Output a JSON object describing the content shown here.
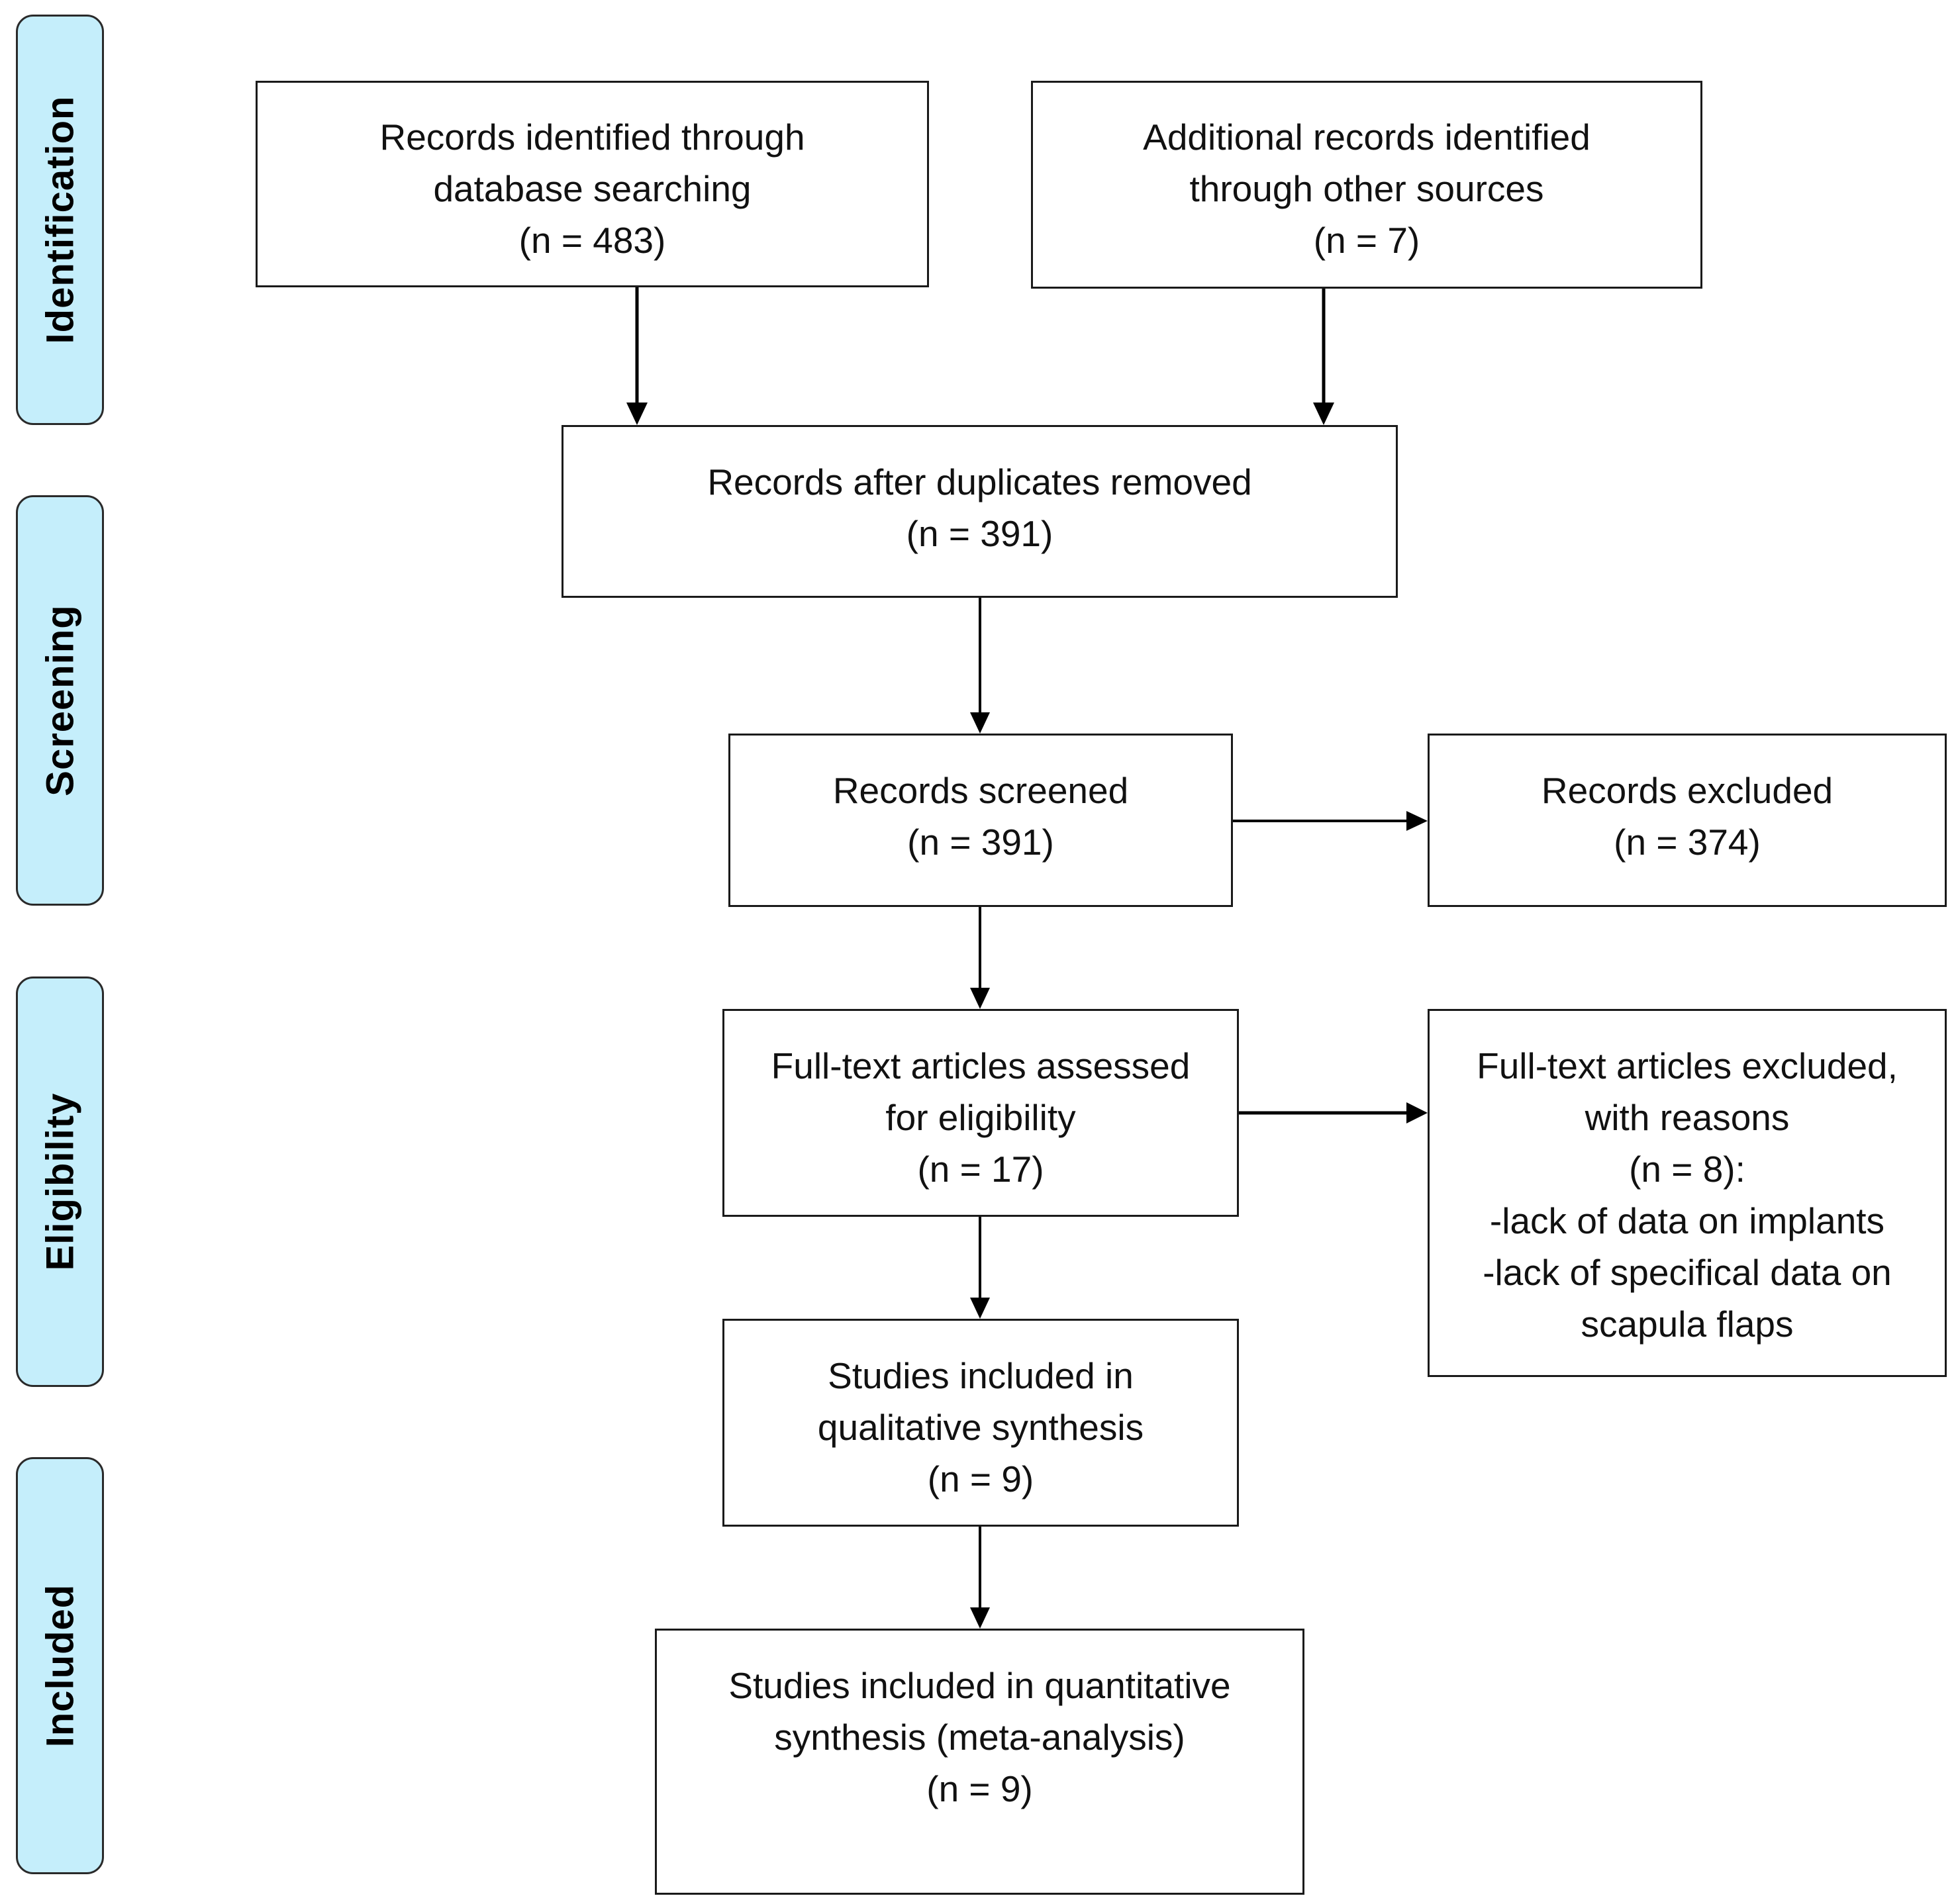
{
  "phases": {
    "identification": "Identification",
    "screening": "Screening",
    "eligibility": "Eligibility",
    "included": "Included"
  },
  "boxes": {
    "database_records": {
      "lines": [
        "Records identified through",
        "database searching",
        "(n = 483)"
      ],
      "count": 483
    },
    "other_records": {
      "lines": [
        "Additional records identified",
        "through other sources",
        "(n = 7)"
      ],
      "count": 7
    },
    "after_duplicates": {
      "lines": [
        "Records after duplicates removed",
        "(n = 391)"
      ],
      "count": 391
    },
    "screened": {
      "lines": [
        "Records screened",
        "(n = 391)"
      ],
      "count": 391
    },
    "excluded": {
      "lines": [
        "Records excluded",
        "(n = 374)"
      ],
      "count": 374
    },
    "fulltext_assessed": {
      "lines": [
        "Full-text articles assessed",
        "for eligibility",
        "(n = 17)"
      ],
      "count": 17
    },
    "fulltext_excluded": {
      "lines": [
        "Full-text articles excluded,",
        "with reasons",
        "(n = 8):",
        "-lack of data on implants",
        "-lack of specifical data on",
        "scapula flaps"
      ],
      "count": 8
    },
    "qualitative": {
      "lines": [
        "Studies included in",
        "qualitative synthesis",
        "(n =  9)"
      ],
      "count": 9
    },
    "quantitative": {
      "lines": [
        "Studies included in quantitative",
        "synthesis (meta-analysis)",
        "(n = 9)"
      ],
      "count": 9
    }
  },
  "colors": {
    "phase_fill": "#c5eefb",
    "stroke": "#1a1a1a"
  }
}
